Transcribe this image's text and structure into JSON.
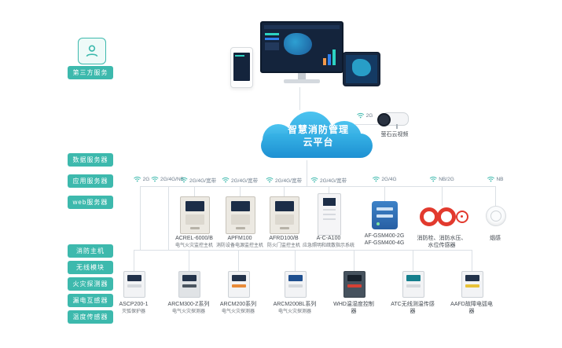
{
  "colors": {
    "accent_teal": "#3DB9AD",
    "cloud_blue": "#2199DC",
    "alert_red": "#E23A2E",
    "gateway_blue": "#2E6FB7"
  },
  "left_panel": {
    "third_party_label": "第三方服务",
    "servers": [
      "数据服务器",
      "应用服务器",
      "web服务器"
    ],
    "device_groups": [
      "消防主机",
      "无线模块",
      "火灾探测器",
      "漏电互感器",
      "温度传感器"
    ]
  },
  "cloud": {
    "line1": "智慧消防管理",
    "line2": "云平台"
  },
  "camera": {
    "network": "2G",
    "label": "萤石云视频"
  },
  "uplinks": [
    {
      "network": "2G"
    },
    {
      "network": "2G/4G/NB"
    }
  ],
  "row1": [
    {
      "network": "2G/4G/宽带",
      "name": "ACREL-6000/B",
      "desc": "电气火灾监控主机"
    },
    {
      "network": "2G/4G/宽带",
      "name": "APFM100",
      "desc": "消防设备电源监控主机"
    },
    {
      "network": "2G/4G/宽带",
      "name": "AFRD100/B",
      "desc": "防火门监控主机"
    },
    {
      "network": "2G/4G/宽带",
      "name": "A-C-A100",
      "desc": "应急照明和疏散指示系统"
    },
    {
      "network": "2G/4G",
      "name": "AF-GSM400-2G",
      "desc": "AF-GSM400-4G"
    },
    {
      "network": "NB/2G",
      "name": "消防栓、消防水压、水位传感器",
      "desc": ""
    },
    {
      "network": "NB",
      "name": "烟感",
      "desc": ""
    }
  ],
  "row2": [
    {
      "name": "ASCP200-1",
      "desc": "灭弧保护器"
    },
    {
      "name": "ARCM300-Z系列",
      "desc": "电气火灾探测器"
    },
    {
      "name": "ARCM200系列",
      "desc": "电气火灾探测器"
    },
    {
      "name": "ARCM200BL系列",
      "desc": "电气火灾探测器"
    },
    {
      "name": "WHD温湿度控制器",
      "desc": ""
    },
    {
      "name": "ATC无线测温传感器",
      "desc": ""
    },
    {
      "name": "AAFD故障电弧电器",
      "desc": ""
    }
  ]
}
